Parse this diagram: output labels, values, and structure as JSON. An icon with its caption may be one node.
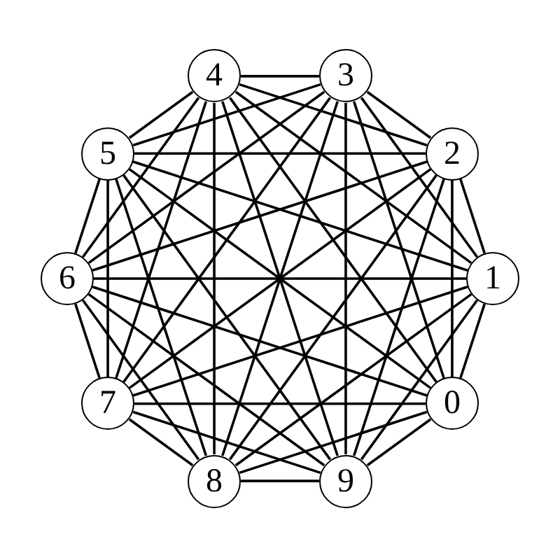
{
  "diagram": {
    "nodes": [
      {
        "text": [
          "4"
        ]
      },
      {
        "text": [
          "3"
        ]
      },
      {
        "text": [
          "5"
        ]
      },
      {
        "text": [
          "2"
        ]
      },
      {
        "text": [
          "6"
        ]
      },
      {
        "text": [
          "1"
        ]
      },
      {
        "text": [
          "7"
        ]
      },
      {
        "text": [
          "0"
        ]
      },
      {
        "text": [
          "8"
        ]
      },
      {
        "text": [
          "9"
        ]
      }
    ],
    "edges": [
      {
        "from": 0,
        "to": 1,
        "arrow": "none"
      },
      {
        "from": 0,
        "to": 2,
        "arrow": "none"
      },
      {
        "from": 0,
        "to": 3,
        "arrow": "none"
      },
      {
        "from": 0,
        "to": 4,
        "arrow": "none"
      },
      {
        "from": 0,
        "to": 5,
        "arrow": "none"
      },
      {
        "from": 0,
        "to": 6,
        "arrow": "none"
      },
      {
        "from": 0,
        "to": 7,
        "arrow": "none"
      },
      {
        "from": 0,
        "to": 8,
        "arrow": "none"
      },
      {
        "from": 0,
        "to": 9,
        "arrow": "none"
      },
      {
        "from": 1,
        "to": 2,
        "arrow": "none"
      },
      {
        "from": 1,
        "to": 3,
        "arrow": "none"
      },
      {
        "from": 1,
        "to": 4,
        "arrow": "none"
      },
      {
        "from": 1,
        "to": 5,
        "arrow": "none"
      },
      {
        "from": 1,
        "to": 6,
        "arrow": "none"
      },
      {
        "from": 1,
        "to": 7,
        "arrow": "none"
      },
      {
        "from": 1,
        "to": 8,
        "arrow": "none"
      },
      {
        "from": 1,
        "to": 9,
        "arrow": "none"
      },
      {
        "from": 2,
        "to": 3,
        "arrow": "none"
      },
      {
        "from": 2,
        "to": 4,
        "arrow": "none"
      },
      {
        "from": 2,
        "to": 5,
        "arrow": "none"
      },
      {
        "from": 2,
        "to": 6,
        "arrow": "none"
      },
      {
        "from": 2,
        "to": 7,
        "arrow": "none"
      },
      {
        "from": 2,
        "to": 8,
        "arrow": "none"
      },
      {
        "from": 2,
        "to": 9,
        "arrow": "none"
      },
      {
        "from": 3,
        "to": 4,
        "arrow": "none"
      },
      {
        "from": 3,
        "to": 5,
        "arrow": "none"
      },
      {
        "from": 3,
        "to": 6,
        "arrow": "none"
      },
      {
        "from": 3,
        "to": 7,
        "arrow": "none"
      },
      {
        "from": 3,
        "to": 8,
        "arrow": "none"
      },
      {
        "from": 3,
        "to": 9,
        "arrow": "none"
      },
      {
        "from": 4,
        "to": 5,
        "arrow": "none"
      },
      {
        "from": 4,
        "to": 6,
        "arrow": "none"
      },
      {
        "from": 4,
        "to": 7,
        "arrow": "none"
      },
      {
        "from": 4,
        "to": 8,
        "arrow": "none"
      },
      {
        "from": 4,
        "to": 9,
        "arrow": "none"
      },
      {
        "from": 5,
        "to": 6,
        "arrow": "none"
      },
      {
        "from": 5,
        "to": 7,
        "arrow": "none"
      },
      {
        "from": 5,
        "to": 8,
        "arrow": "none"
      },
      {
        "from": 5,
        "to": 9,
        "arrow": "none"
      },
      {
        "from": 6,
        "to": 7,
        "arrow": "none"
      },
      {
        "from": 6,
        "to": 8,
        "arrow": "none"
      },
      {
        "from": 6,
        "to": 9,
        "arrow": "none"
      },
      {
        "from": 7,
        "to": 8,
        "arrow": "none"
      },
      {
        "from": 7,
        "to": 9,
        "arrow": "none"
      },
      {
        "from": 8,
        "to": 9,
        "arrow": "none"
      }
    ]
  }
}
